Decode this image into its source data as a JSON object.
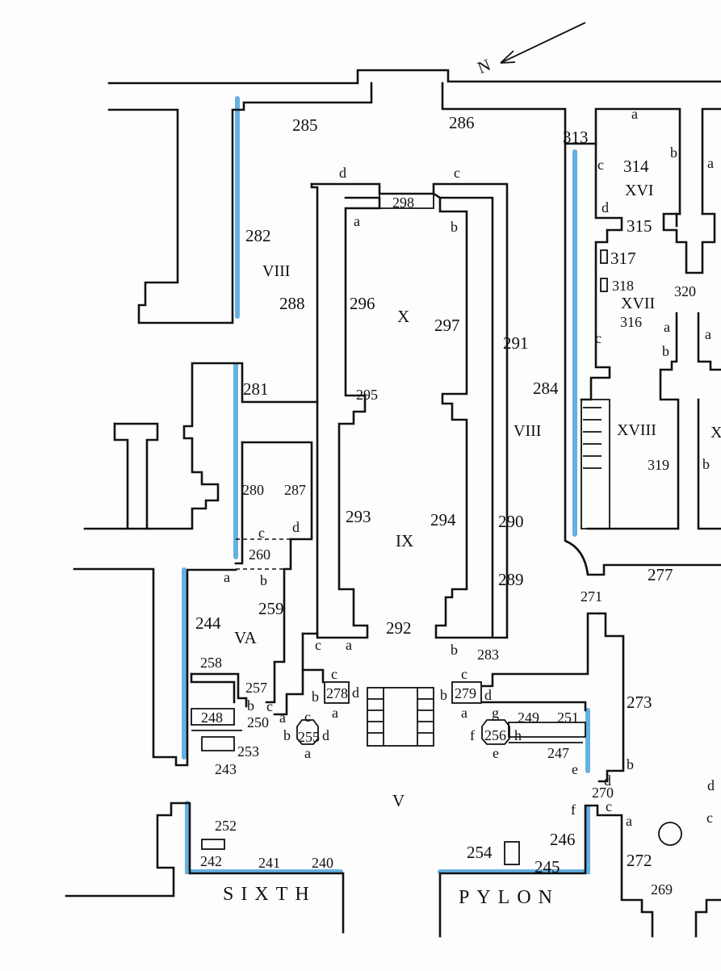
{
  "numbers": {
    "n285": "285",
    "n286": "286",
    "n313": "313",
    "n314": "314",
    "n315": "315",
    "n317": "317",
    "n318": "318",
    "n316": "316",
    "n320": "320",
    "n282": "282",
    "n288": "288",
    "n296": "296",
    "n297": "297",
    "n298": "298",
    "n291": "291",
    "n284": "284",
    "n281": "281",
    "n295": "295",
    "n280": "280",
    "n287": "287",
    "n293": "293",
    "n294": "294",
    "n290": "290",
    "n319": "319",
    "n260": "260",
    "n289": "289",
    "n277": "277",
    "n271": "271",
    "n259": "259",
    "n244": "244",
    "n292": "292",
    "n283": "283",
    "n258": "258",
    "n257": "257",
    "n278": "278",
    "n279": "279",
    "n273": "273",
    "n248": "248",
    "n250": "250",
    "n255": "255",
    "n256": "256",
    "n249": "249",
    "n251": "251",
    "n253": "253",
    "n243": "243",
    "n247": "247",
    "n270": "270",
    "n252": "252",
    "n246": "246",
    "n254": "254",
    "n272": "272",
    "n242": "242",
    "n241": "241",
    "n240": "240",
    "n245": "245",
    "n269": "269"
  },
  "roman": {
    "r8a": "VIII",
    "r8b": "VIII",
    "r10": "X",
    "r16": "XVI",
    "r17": "XVII",
    "r18": "XVIII",
    "r9": "IX",
    "r5a": "VA",
    "r5": "V",
    "rX": "X"
  },
  "letters": {
    "l_a1": "a",
    "l_b1": "b",
    "l_a2": "a",
    "l_c1": "c",
    "l_d1": "d",
    "l_d2": "d",
    "l_c2": "c",
    "l_a3": "a",
    "l_b2": "b",
    "l_c3": "c",
    "l_a4": "a",
    "l_b3": "b",
    "l_a5": "a",
    "l_c4": "c",
    "l_d3": "d",
    "l_a6": "a",
    "l_b4": "b",
    "l_c5": "c",
    "l_c6": "c",
    "l_a7": "a",
    "l_b5": "b",
    "l_c7": "c",
    "l_d4": "d",
    "l_b6": "b",
    "l_c8": "c",
    "l_a8": "a",
    "l_c9": "c",
    "l_d5": "d",
    "l_b7": "b",
    "l_a9": "a",
    "l_c10": "c",
    "l_b8": "b",
    "l_d6": "d",
    "l_a10": "a",
    "l_b9": "b",
    "l_c11": "c",
    "l_d7": "d",
    "l_a11": "a",
    "l_g": "g",
    "l_f1": "f",
    "l_h": "h",
    "l_e1": "e",
    "l_e2": "e",
    "l_b10": "b",
    "l_d8": "d",
    "l_f2": "f",
    "l_c12": "c",
    "l_a12": "a",
    "l_b11": "b"
  },
  "captions": {
    "left": "SIXTH",
    "right": "PYLON",
    "north": "N"
  },
  "colors": {
    "ink": "#111111",
    "highlight": "#4aa3dd",
    "paper": "#fdfdfd"
  },
  "icons": {
    "north": "north-arrow-icon"
  }
}
